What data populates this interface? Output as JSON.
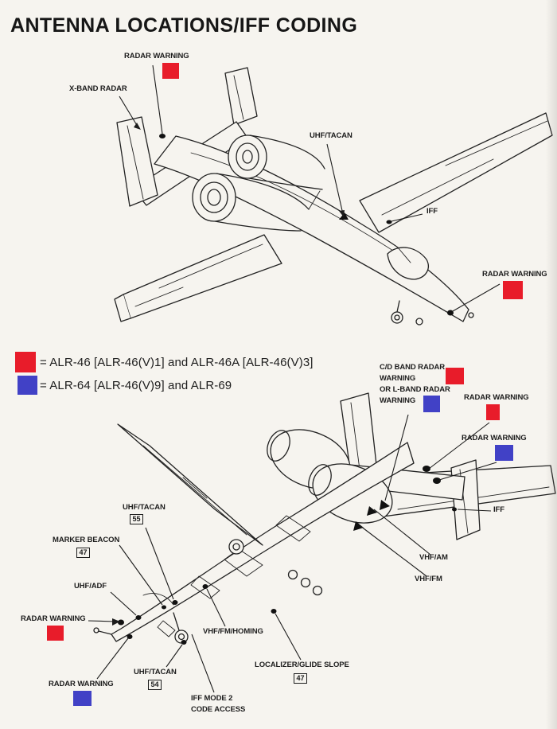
{
  "page": {
    "title": "ANTENNA LOCATIONS/IFF CODING",
    "background_color": "#f6f4ef"
  },
  "colors": {
    "alr46_red": "#e81c2a",
    "alr64_blue": "#4141c6",
    "ink": "#1d1d1d"
  },
  "legend": {
    "red_label": "= ALR-46 [ALR-46(V)1] and ALR-46A [ALR-46(V)3]",
    "blue_label": "= ALR-64 [ALR-46(V)9] and ALR-69"
  },
  "top_view": {
    "radar_warning_tail": "RADAR WARNING",
    "x_band_radar": "X-BAND RADAR",
    "uhf_tacan": "UHF/TACAN",
    "iff": "IFF",
    "radar_warning_nose": "RADAR WARNING"
  },
  "bottom_view": {
    "cd_band_block": "C/D BAND RADAR\nWARNING\nOR L-BAND RADAR\nWARNING",
    "radar_warning_aft_red": "RADAR WARNING",
    "radar_warning_aft_blue": "RADAR WARNING",
    "iff": "IFF",
    "uhf_tacan_upper": "UHF/TACAN",
    "uhf_tacan_upper_num": "55",
    "marker_beacon": "MARKER BEACON",
    "marker_beacon_num": "47",
    "uhf_adf": "UHF/ADF",
    "radar_warning_nose_red": "RADAR WARNING",
    "vhf_fm_homing": "VHF/FM/HOMING",
    "uhf_tacan_lower": "UHF/TACAN",
    "uhf_tacan_lower_num": "54",
    "radar_warning_nose_blue": "RADAR WARNING",
    "iff_mode_2": "IFF MODE 2\nCODE ACCESS",
    "localizer_glide_slope": "LOCALIZER/GLIDE SLOPE",
    "localizer_num": "47",
    "vhf_am": "VHF/AM",
    "vhf_fm": "VHF/FM"
  }
}
